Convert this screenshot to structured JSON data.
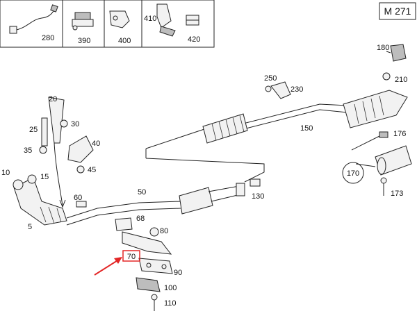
{
  "model_label": "M 271",
  "highlight_color": "#e32626",
  "callouts": {
    "c5": "5",
    "c10": "10",
    "c15": "15",
    "c20": "20",
    "c25": "25",
    "c30": "30",
    "c35": "35",
    "c40": "40",
    "c45": "45",
    "c50": "50",
    "c60": "60",
    "c68": "68",
    "c70": "70",
    "c80": "80",
    "c90": "90",
    "c100": "100",
    "c110": "110",
    "c130": "130",
    "c150": "150",
    "c170": "170",
    "c173": "173",
    "c176": "176",
    "c180": "180",
    "c210": "210",
    "c230": "230",
    "c250": "250",
    "c280": "280",
    "c390": "390",
    "c400": "400",
    "c410": "410",
    "c420": "420"
  },
  "icons": [
    "oxygen-sensor-icon",
    "clamp-icon",
    "bracket-icon",
    "mount-icon",
    "red-arrow-icon"
  ]
}
